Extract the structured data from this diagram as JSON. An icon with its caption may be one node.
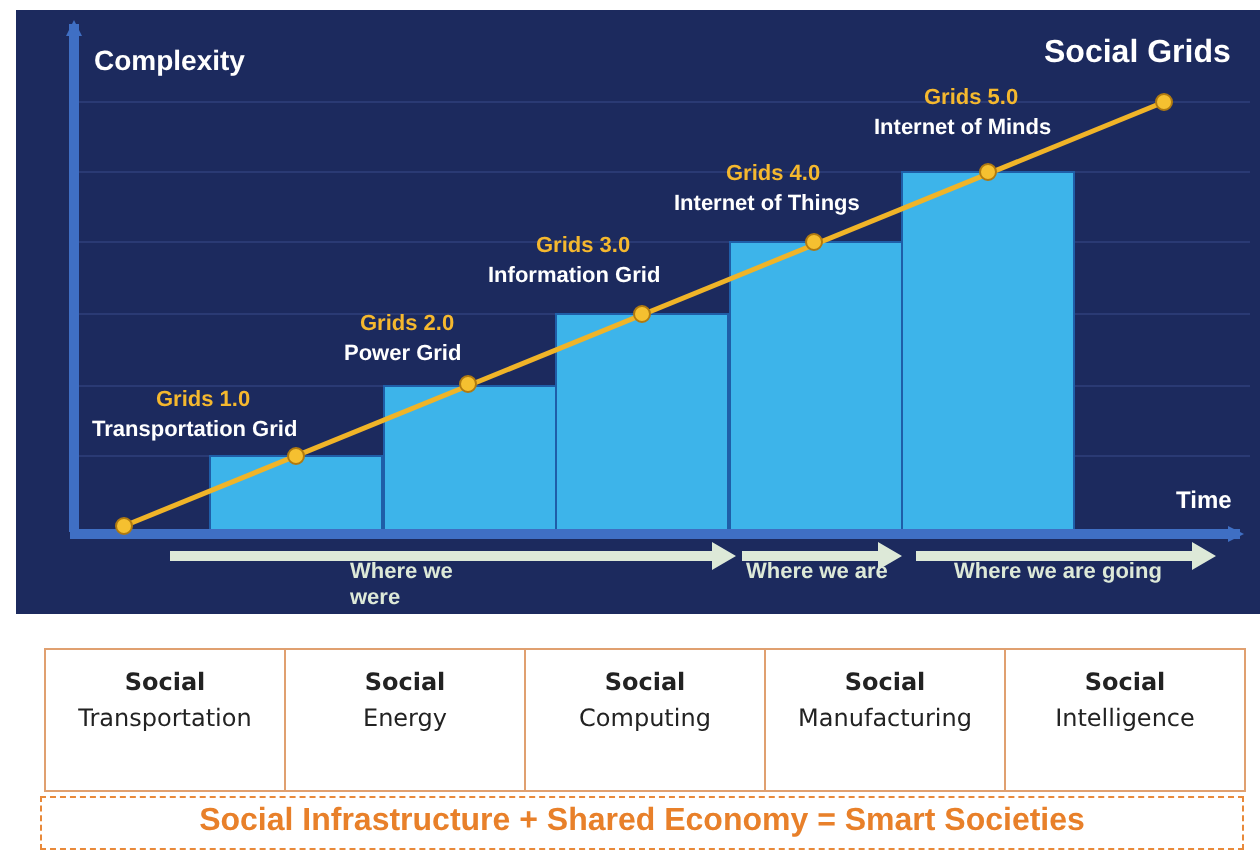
{
  "diagram": {
    "nodes": [
      {
        "text": [],
        "shape": "bar"
      },
      {
        "text": [],
        "shape": "bar"
      },
      {
        "text": [],
        "shape": "bar"
      },
      {
        "text": [],
        "shape": "bar"
      },
      {
        "text": [],
        "shape": "bar"
      },
      {
        "text": [
          "Social",
          "Transportation"
        ]
      },
      {
        "text": [
          "Social",
          "Energy"
        ]
      },
      {
        "text": [
          "Social",
          "Computing"
        ]
      },
      {
        "text": [
          "Social",
          "Manufacturing"
        ]
      },
      {
        "text": [
          "Social",
          "Intelligence"
        ]
      },
      {
        "text": [
          "Social Infrastructure + Shared Economy = Smart Societies"
        ]
      }
    ],
    "labels": [
      "Complexity",
      "Social Grids",
      "Grids 5.0",
      "Internet of Minds",
      "Grids 4.0",
      "Internet of Things",
      "Grids 3.0",
      "Information Grid",
      "Grids 2.0",
      "Power Grid",
      "Grids 1.0",
      "Transportation Grid",
      "Time",
      "Where we were",
      "Where we are",
      "Where we are going"
    ]
  }
}
